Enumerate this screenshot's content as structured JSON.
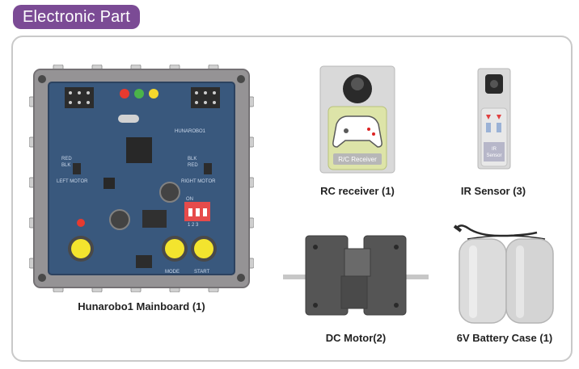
{
  "header": {
    "title": "Electronic Part"
  },
  "items": [
    {
      "label": "Hunarobo1 Mainboard (1)"
    },
    {
      "label": "RC receiver (1)"
    },
    {
      "label": "IR Sensor (3)"
    },
    {
      "label": "DC Motor(2)"
    },
    {
      "label": "6V Battery Case (1)"
    }
  ],
  "board_printed": {
    "left_motor": "LEFT MOTOR",
    "right_motor": "RIGHT MOTOR",
    "red": "RED",
    "blk": "BLK",
    "mode": "MODE",
    "start": "START",
    "on": "ON",
    "switch": "1 2 3",
    "model": "HUNAROBO1"
  },
  "rc_printed": {
    "label": "R/C Receiver"
  },
  "ir_printed": {
    "line1": "IR",
    "line2": "Sensor"
  },
  "colors": {
    "header_bg": "#7b4b95",
    "panel_border": "#c9c9c9",
    "pcb": "#294a72",
    "button_yellow": "#f2e21d",
    "led_red": "#e52a1e",
    "led_green": "#3cae3a",
    "led_yellow": "#f3d51c",
    "dip_switch": "#e43c3c"
  }
}
